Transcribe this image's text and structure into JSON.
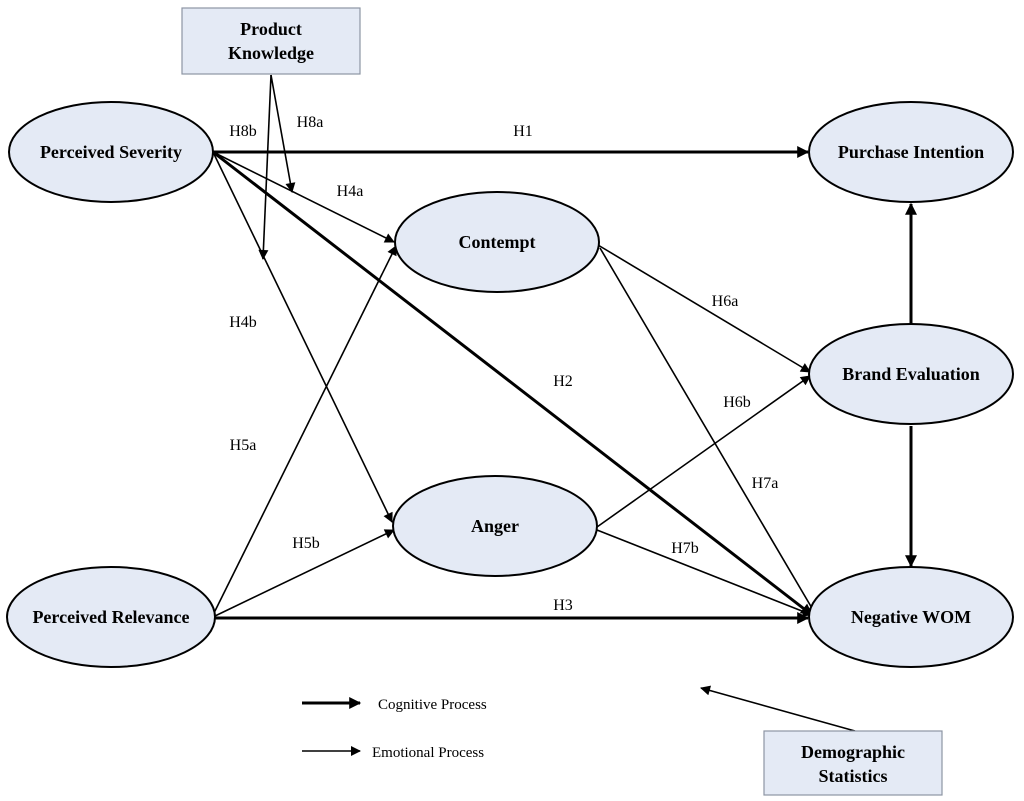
{
  "colors": {
    "node_fill": "#e4eaf5",
    "box_fill": "#e4eaf5",
    "box_stroke": "#8d95a3",
    "line": "#000000"
  },
  "nodes": {
    "perceived_severity": "Perceived Severity",
    "perceived_relevance": "Perceived Relevance",
    "contempt": "Contempt",
    "anger": "Anger",
    "purchase_intention": "Purchase Intention",
    "brand_evaluation": "Brand Evaluation",
    "negative_wom": "Negative WOM",
    "product_knowledge": [
      "Product",
      "Knowledge"
    ],
    "demographic_statistics": [
      "Demographic",
      "Statistics"
    ]
  },
  "hypotheses": {
    "h1": "H1",
    "h2": "H2",
    "h3": "H3",
    "h4a": "H4a",
    "h4b": "H4b",
    "h5a": "H5a",
    "h5b": "H5b",
    "h6a": "H6a",
    "h6b": "H6b",
    "h7a": "H7a",
    "h7b": "H7b",
    "h8a": "H8a",
    "h8b": "H8b"
  },
  "legend": {
    "cognitive": "Cognitive Process",
    "emotional": "Emotional Process"
  }
}
